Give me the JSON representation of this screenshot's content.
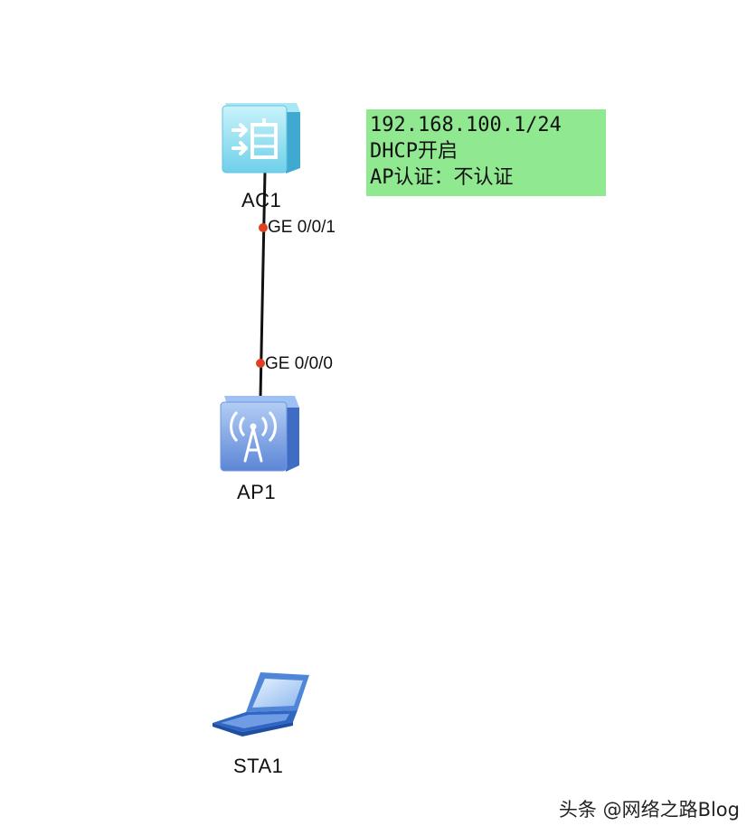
{
  "devices": {
    "ac": {
      "label": "AC1",
      "icon": "wireless-controller-icon"
    },
    "ap": {
      "label": "AP1",
      "icon": "access-point-icon"
    },
    "sta": {
      "label": "STA1",
      "icon": "laptop-icon"
    }
  },
  "link": {
    "port_top": "GE 0/0/1",
    "port_bottom": "GE 0/0/0",
    "port_color": "#e0401f"
  },
  "note": {
    "line1": "192.168.100.1/24",
    "line2": "DHCP开启",
    "line3": "AP认证：不认证",
    "color": "#90e890"
  },
  "watermark": "头条 @网络之路Blog"
}
